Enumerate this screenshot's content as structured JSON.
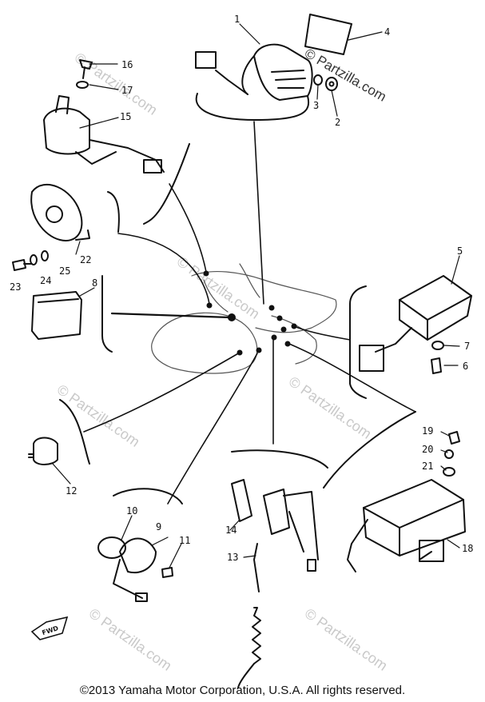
{
  "watermarks": [
    "© Partzilla.com",
    "© Partzilla.com",
    "© Partzilla.com",
    "© Partzilla.com",
    "© Partzilla.com",
    "© Partzilla.com",
    "© Partzilla.com"
  ],
  "fwd_label": "FWD",
  "copyright": "©2013 Yamaha Motor Corporation, U.S.A. All rights reserved.",
  "callouts": [
    "1",
    "2",
    "3",
    "4",
    "5",
    "6",
    "7",
    "8",
    "9",
    "10",
    "11",
    "12",
    "13",
    "14",
    "15",
    "16",
    "17",
    "18",
    "19",
    "20",
    "21",
    "22",
    "23",
    "24",
    "25"
  ]
}
